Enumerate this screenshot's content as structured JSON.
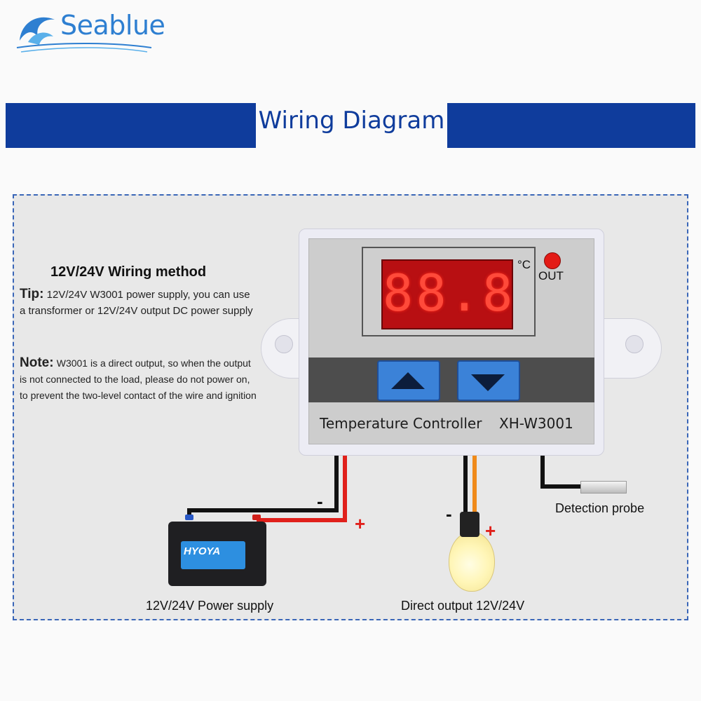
{
  "brand": {
    "name": "Seablue"
  },
  "banner": {
    "title": "Wiring Diagram"
  },
  "instructions": {
    "heading": "12V/24V Wiring method",
    "tip_lead": "Tip:",
    "tip_body": "12V/24V W3001 power supply, you can use a transformer or 12V/24V output DC power supply",
    "note_lead": "Note:",
    "note_body": "W3001 is a direct output, so when the output is not connected to the load, please do not power on, to prevent the two-level contact of the wire and ignition"
  },
  "controller": {
    "display": "88.8",
    "unit": "°C",
    "out_label": "OUT",
    "caption": "Temperature Controller",
    "model": "XH-W3001",
    "up_icon": "triangle-up-icon",
    "down_icon": "triangle-down-icon"
  },
  "battery": {
    "brand": "HYOYA"
  },
  "signs": {
    "minus": "-",
    "plus": "+"
  },
  "captions": {
    "probe": "Detection probe",
    "power": "12V/24V Power supply",
    "output": "Direct output 12V/24V"
  },
  "colors": {
    "banner": "#0f3c9c",
    "brand": "#2e7fd1",
    "positive_wire": "#e0201b",
    "negative_wire": "#111111",
    "output_wire": "#f08a1a",
    "display": "#b80f12"
  }
}
